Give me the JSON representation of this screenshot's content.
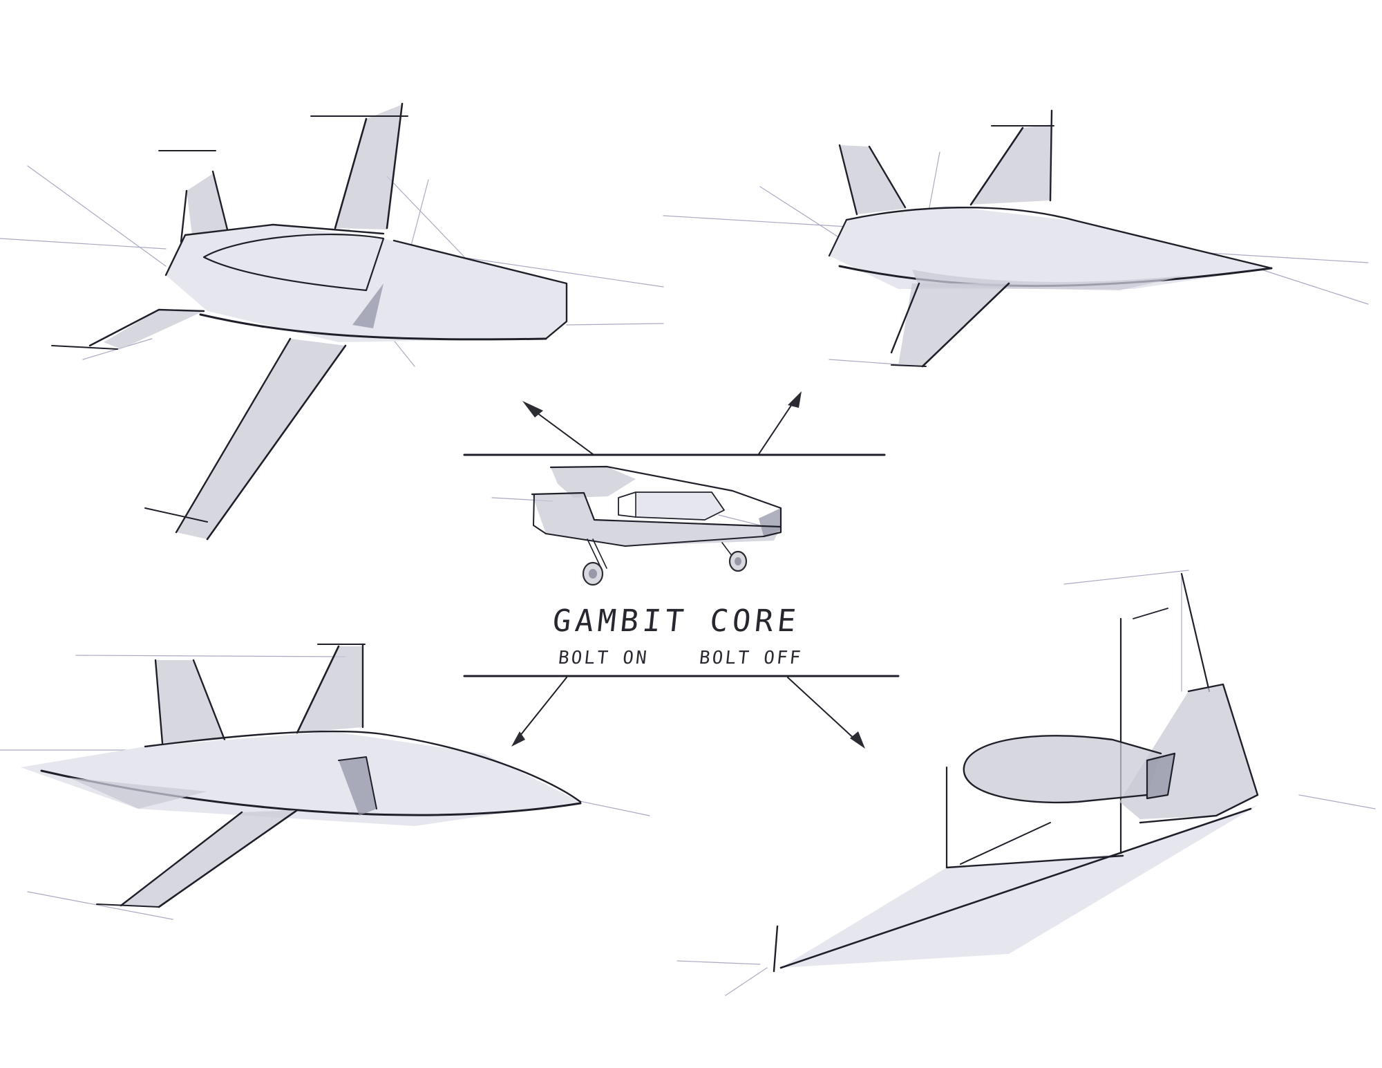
{
  "illustration": {
    "title": "GAMBIT CORE",
    "subtitle_left": "BOLT ON",
    "subtitle_right": "BOLT OFF",
    "colors": {
      "background": "#ffffff",
      "ink": "#1e1f29",
      "construction_lines": "#a9aac2",
      "shading": "#c9cad6"
    },
    "views": [
      {
        "position": "top-left",
        "description": "twin-tail straight-wing variant, rear 3/4 view"
      },
      {
        "position": "top-right",
        "description": "twin-tail swept-wing variant, side view"
      },
      {
        "position": "center",
        "description": "core module with landing gear"
      },
      {
        "position": "bottom-left",
        "description": "twin-tail short-wing variant, side view"
      },
      {
        "position": "bottom-right",
        "description": "flying-wing variant"
      }
    ]
  }
}
